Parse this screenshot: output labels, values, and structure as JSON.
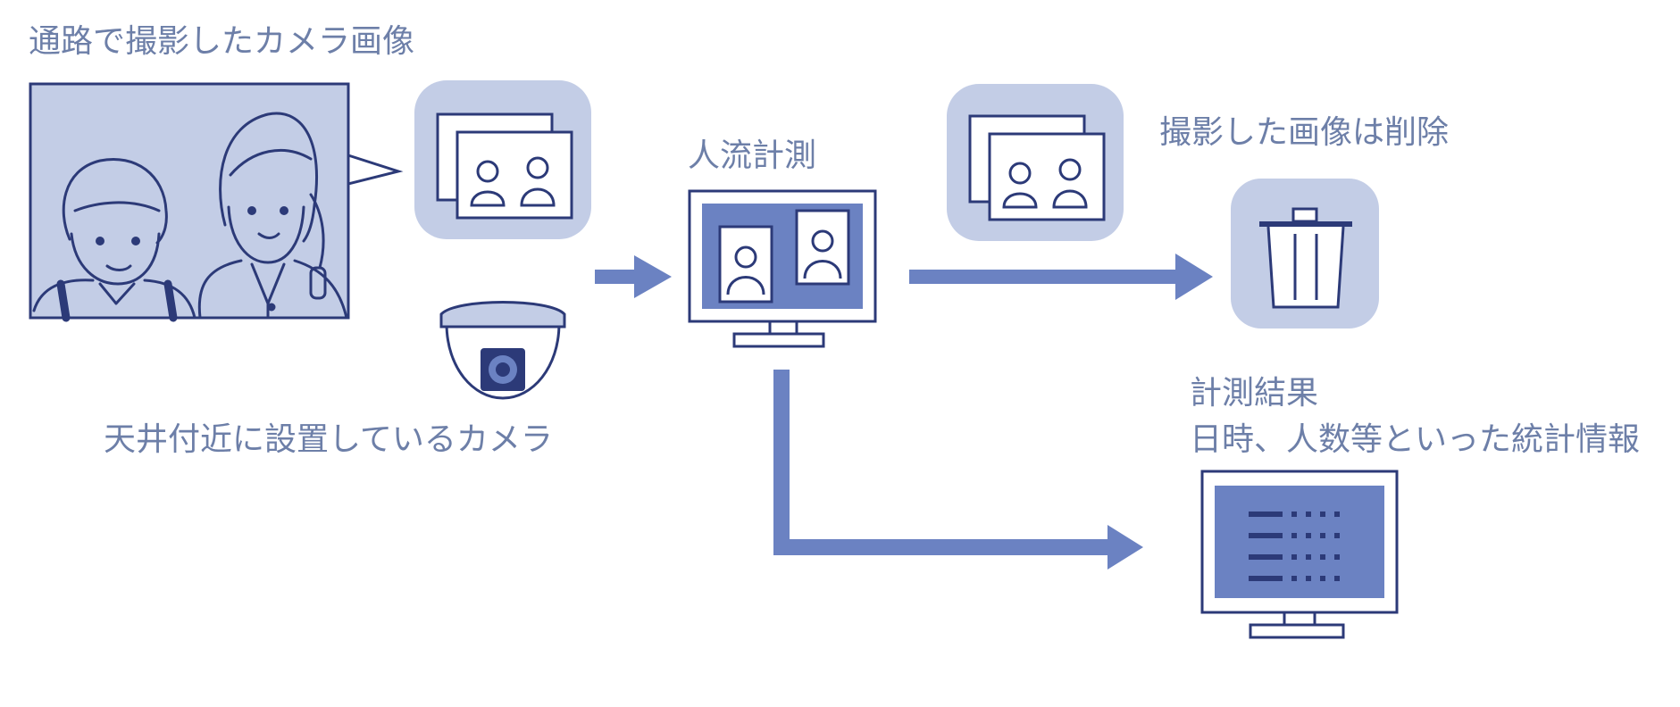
{
  "labels": {
    "corridor_image": "通路で撮影したカメラ画像",
    "ceiling_camera": "天井付近に設置しているカメラ",
    "people_flow": "人流計測",
    "delete_images": "撮影した画像は削除",
    "result_title": "計測結果",
    "result_detail": "日時、人数等といった統計情報"
  },
  "colors": {
    "accent": "#6b82c2",
    "light_fill": "#c3cde6",
    "stroke": "#2c3a78",
    "text": "#6d7fa8"
  },
  "icons": {
    "photo": "corridor-scene-illustration",
    "images": "photo-stack-icon",
    "camera": "dome-camera-icon",
    "monitor": "monitor-icon",
    "trash": "trash-can-icon",
    "result_monitor": "result-monitor-icon"
  }
}
